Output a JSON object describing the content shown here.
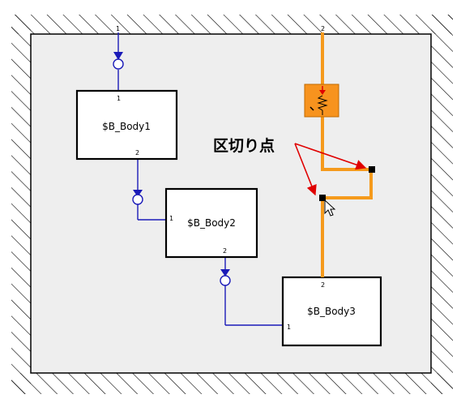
{
  "canvas": {
    "callout_label": "区切り点",
    "colors": {
      "signal_line": "#1a1ab8",
      "spring_line": "#f59a1c",
      "spring_fill": "#f7931e",
      "arrow": "#e00000",
      "hatch": "#000000",
      "block_border": "#000000"
    }
  },
  "blocks": [
    {
      "label": "$B_Body1",
      "in_port": "1",
      "out_port": "2"
    },
    {
      "label": "$B_Body2",
      "in_port": "1",
      "out_port": "2"
    },
    {
      "label": "$B_Body3",
      "in_port": "1",
      "out_port": "2"
    }
  ],
  "top_ports": {
    "left": "1",
    "right": "2"
  },
  "icons": {
    "spring": "spring-element-icon",
    "cursor": "mouse-pointer-icon",
    "breakpoint": "break-point-marker"
  }
}
